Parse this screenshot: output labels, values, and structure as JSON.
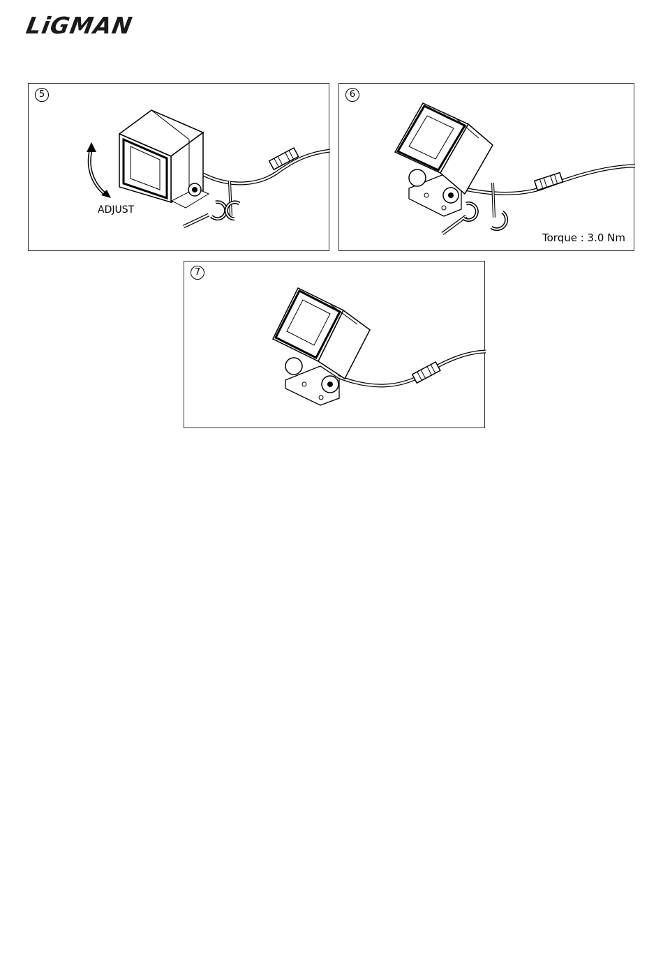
{
  "brand": {
    "logo_text": "LiGMAN"
  },
  "steps": [
    {
      "number": "5",
      "label": "ADJUST"
    },
    {
      "number": "6",
      "label": "Torque : 3.0 Nm"
    },
    {
      "number": "7"
    }
  ]
}
